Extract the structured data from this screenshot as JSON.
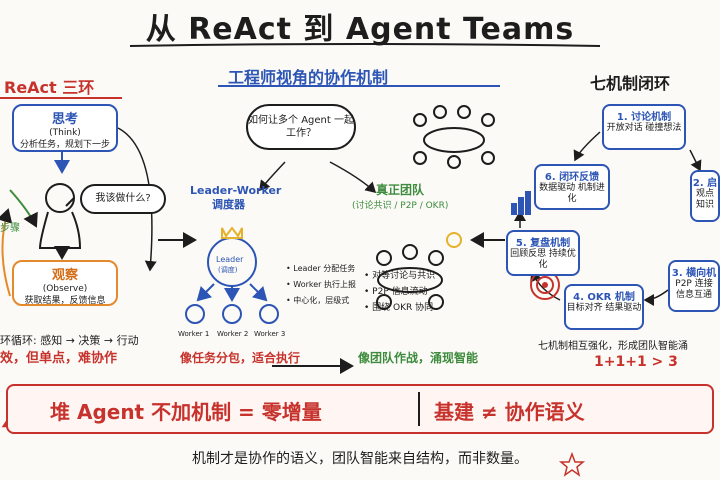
{
  "title": "从 ReAct 到 Agent Teams",
  "sections": {
    "react": "ReAct 三环",
    "perspective": "工程师视角的协作机制",
    "seven": "七机制闭环"
  },
  "react": {
    "think_title": "思考",
    "think_en": "(Think)",
    "think_desc": "分析任务，规划下一步",
    "bubble": "我该做什么?",
    "left_partial": "步骤",
    "observe_title": "观察",
    "observe_en": "(Observe)",
    "observe_desc": "获取结果，反馈信息",
    "loop": "环循环: 感知 → 决策 → 行动",
    "verdict": "效，但单点，难协作"
  },
  "center": {
    "cloud": "如何让多个 Agent 一起工作？",
    "lw_title": "Leader-Worker",
    "lw_sub": "调度器",
    "leader": "Leader",
    "leader_sub": "(调度)",
    "workers": [
      "Worker 1",
      "Worker 2",
      "Worker 3"
    ],
    "lw_points": [
      "• Leader 分配任务",
      "• Worker 执行上报",
      "• 中心化，层级式"
    ],
    "lw_verdict": "像任务分包，适合执行",
    "team_title": "真正团队",
    "team_sub": "(讨论共识 / P2P / OKR)",
    "team_points": [
      "• 对等讨论与共识",
      "• P2P 信息流动",
      "• 围绕 OKR 协同"
    ],
    "team_verdict": "像团队作战，涌现智能"
  },
  "seven": {
    "items": [
      {
        "title": "1. 讨论机制",
        "desc": "开放对话 碰撞想法"
      },
      {
        "title": "2. 启",
        "desc": "观点 知识"
      },
      {
        "title": "3. 横向机",
        "desc": "P2P 连接 信息互通"
      },
      {
        "title": "4. OKR 机制",
        "desc": "目标对齐 结果驱动"
      },
      {
        "title": "5. 复盘机制",
        "desc": "回顾反思 持续优化"
      },
      {
        "title": "6. 闭环反馈",
        "desc": "数据驱动 机制进化"
      }
    ],
    "footer": "七机制相互强化，形成团队智能涌",
    "formula": "1+1+1 > 3"
  },
  "banner": {
    "left": "堆 Agent 不加机制 = 零增量",
    "right": "基建 ≠ 协作语义"
  },
  "bottom": "机制才是协作的语义，团队智能来自结构，而非数量。",
  "colors": {
    "red": "#c7322c",
    "blue": "#2d55b5",
    "orange": "#e58a2c",
    "green": "#3d8b3d"
  }
}
